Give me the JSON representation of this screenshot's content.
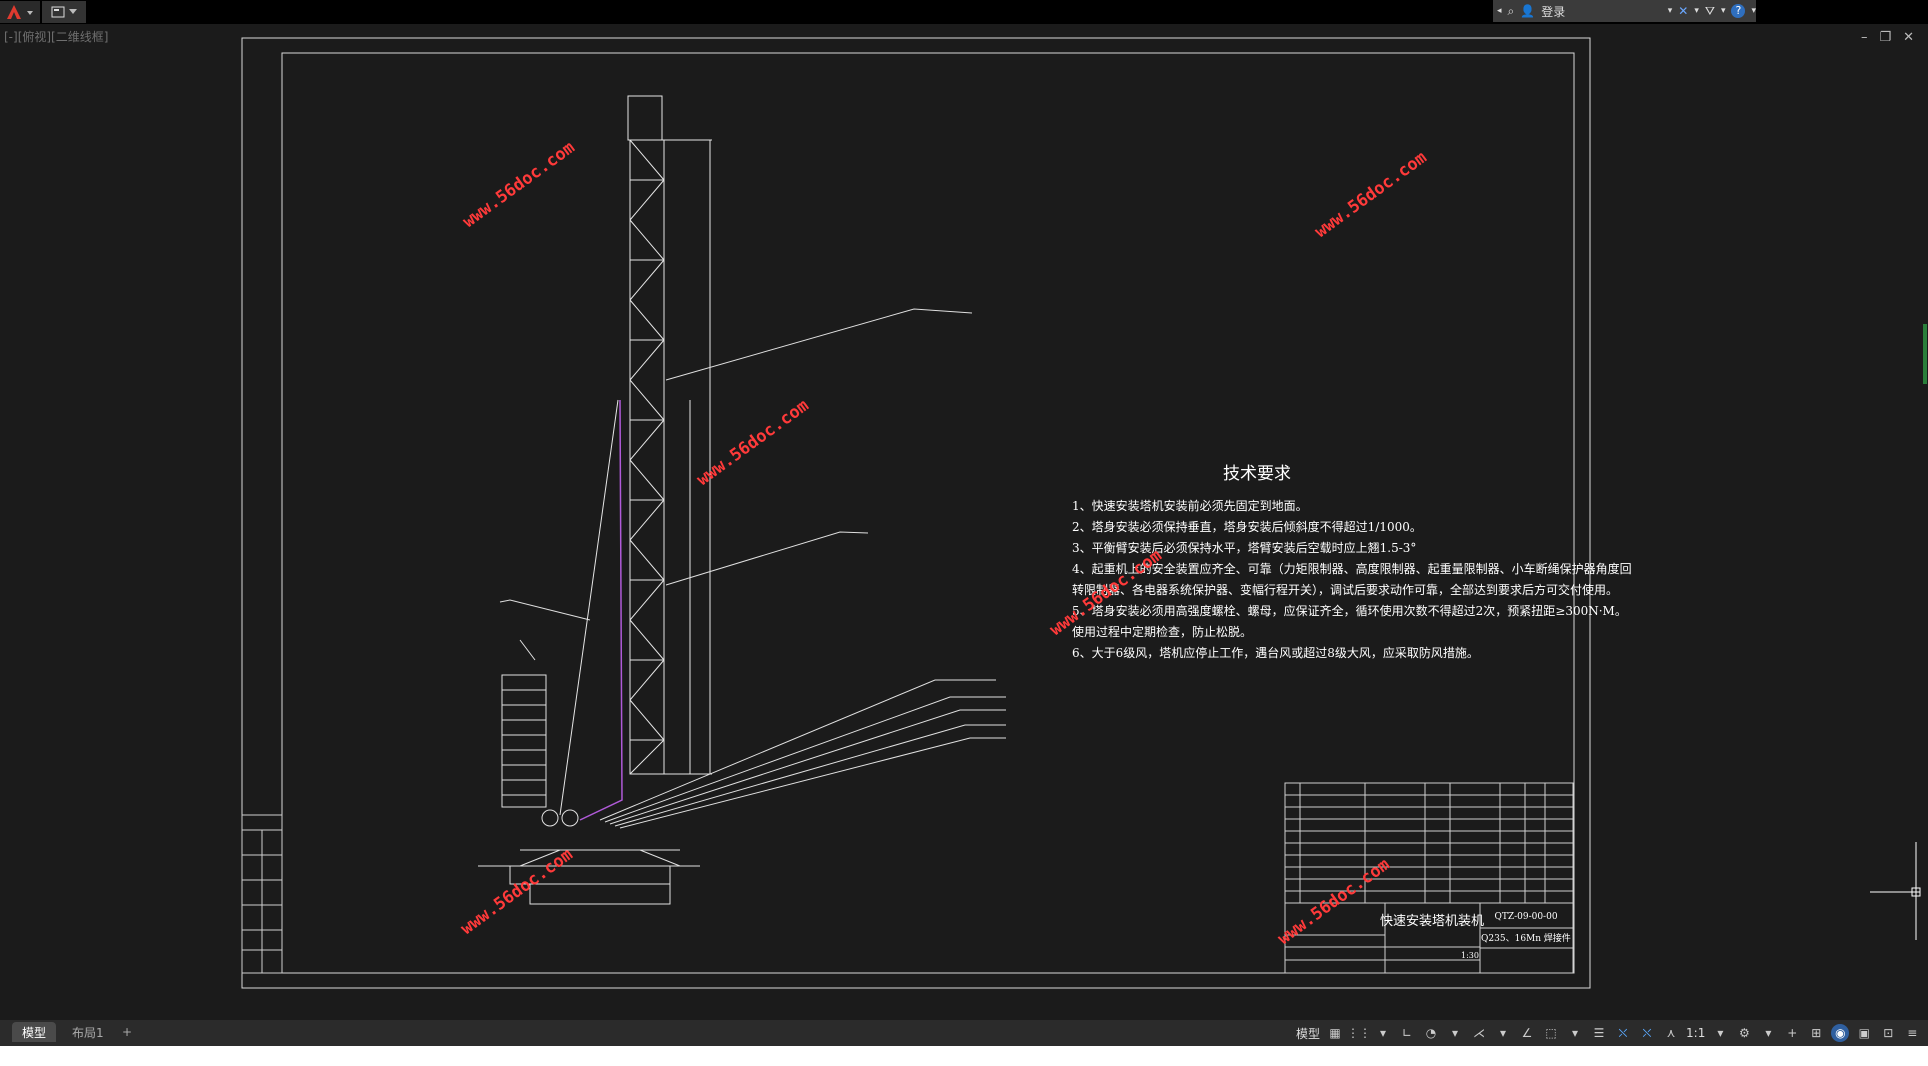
{
  "topbar": {
    "user_label": "登录"
  },
  "viewport": {
    "label": "[-][俯视][二维线框]"
  },
  "drawing": {
    "requirements_title": "技术要求",
    "requirements": [
      "1、快速安装塔机安装前必须先固定到地面。",
      "2、塔身安装必须保持垂直，塔身安装后倾斜度不得超过1/1000。",
      "3、平衡臂安装后必须保持水平，塔臂安装后空载时应上翘1.5-3°",
      "4、起重机上的安全装置应齐全、可靠（力矩限制器、高度限制器、起重量限制器、小车断绳保护器角度回",
      "    转限制器、各电器系统保护器、变幅行程开关），调试后要求动作可靠，全部达到要求后方可交付使用。",
      "5、塔身安装必须用高强度螺栓、螺母，应保证齐全，循环使用次数不得超过2次，预紧扭距≥300N·M。",
      "    使用过程中定期检查，防止松脱。",
      "6、大于6级风，塔机应停止工作，遇台风或超过8级大风，应采取防风措施。"
    ],
    "title_block_name": "快速安装塔机装机",
    "title_block_code": "QTZ-09-00-00",
    "title_block_material": "Q235、16Mn 焊接件",
    "title_block_scale": "1:30",
    "watermark": "www.56doc.com"
  },
  "bottom": {
    "tabs": [
      "模型",
      "布局1",
      "+"
    ],
    "status_model": "模型",
    "scale": "1:1"
  }
}
